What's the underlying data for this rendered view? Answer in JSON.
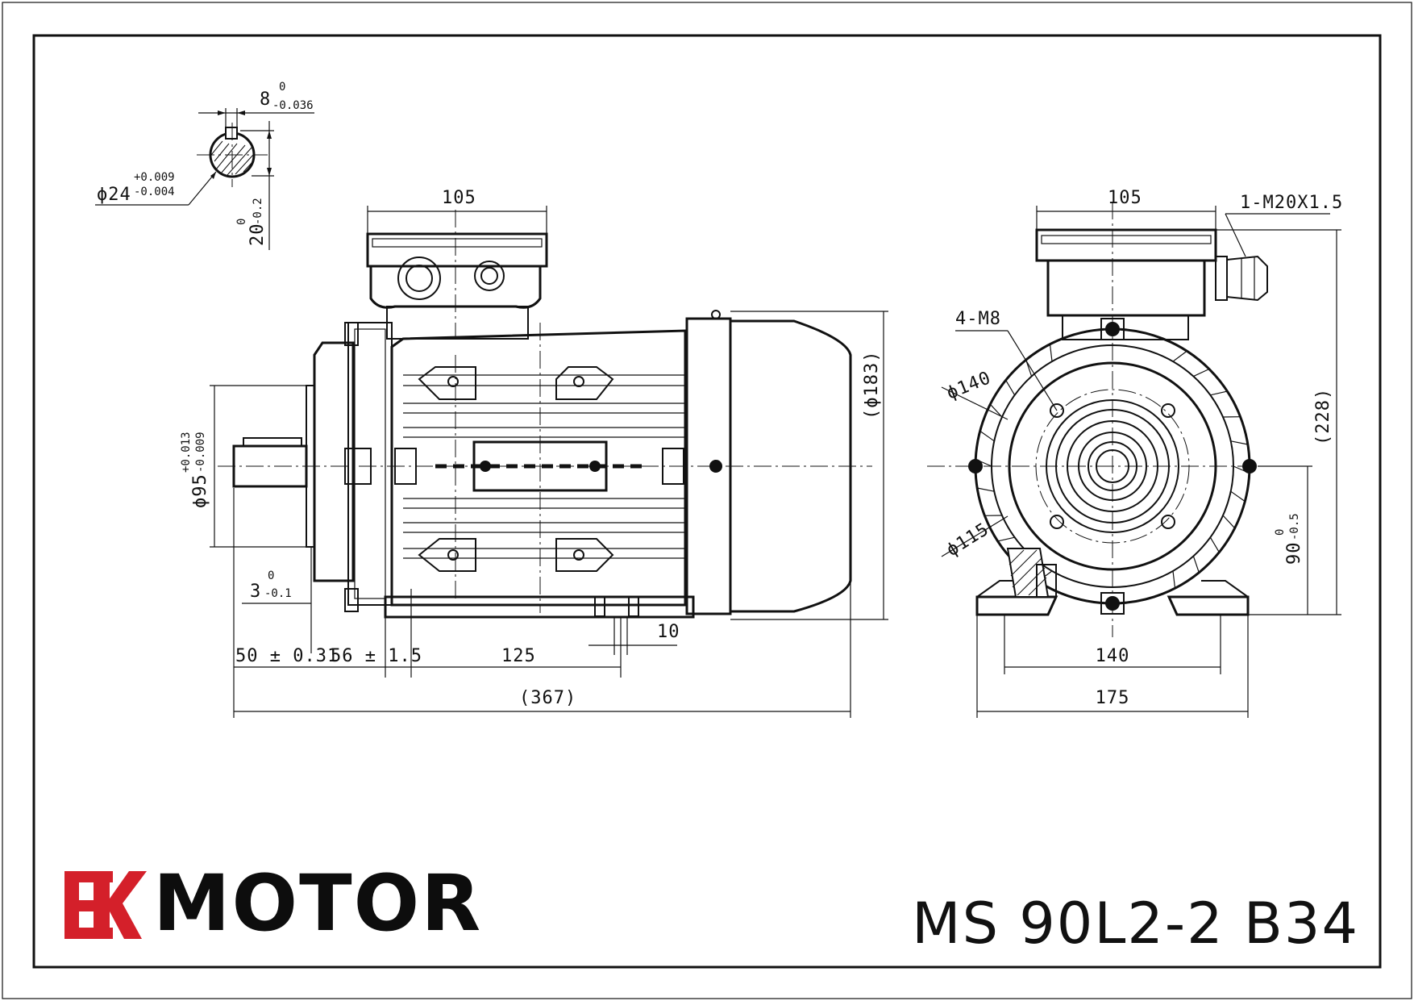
{
  "title_block": {
    "brand_logo": "EK",
    "brand_name": "MOTOR",
    "model": "MS 90L2-2 B34",
    "logo_color": "#d4202a"
  },
  "shaft_detail": {
    "key_width": "8",
    "key_tol_upper": "0",
    "key_tol_lower": "-0.036",
    "shaft_dia": "ϕ24",
    "shaft_tol_upper": "+0.009",
    "shaft_tol_lower": "-0.004",
    "key_depth": "20",
    "key_depth_tol_upper": "0",
    "key_depth_tol_lower": "-0.2"
  },
  "side_view": {
    "terminal_box_width": "105",
    "flange_spigot": "ϕ95",
    "flange_spigot_tol_upper": "+0.013",
    "flange_spigot_tol_lower": "-0.009",
    "fan_cover_dia": "(ϕ183)",
    "spigot_depth": "3",
    "spigot_depth_tol_upper": "0",
    "spigot_depth_tol_lower": "-0.1",
    "shaft_length": "50 ± 0.31",
    "shaft_to_foot": "56 ± 1.5",
    "foot_spacing": "125",
    "foot_hole": "10",
    "overall_length": "(367)"
  },
  "front_view": {
    "terminal_box_width": "105",
    "cable_gland": "1-M20X1.5",
    "flange_holes": "4-M8",
    "pitch_circle_outer": "ϕ140",
    "pitch_circle_inner": "ϕ115",
    "overall_height": "(228)",
    "shaft_height": "90",
    "shaft_height_tol_upper": "0",
    "shaft_height_tol_lower": "-0.5",
    "foot_hole_spacing": "140",
    "foot_width": "175"
  }
}
